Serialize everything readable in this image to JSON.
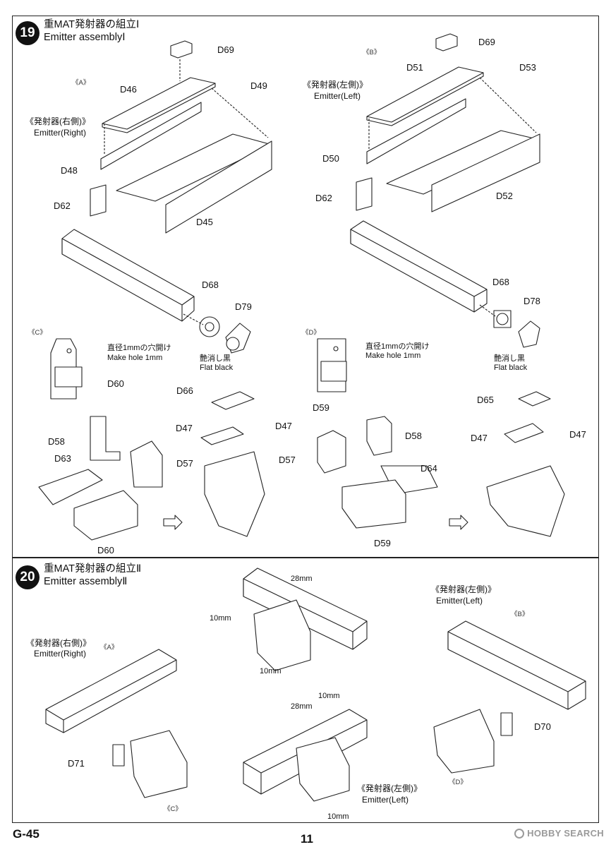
{
  "step19": {
    "number": "19",
    "title_ja": "重MAT発射器の組立Ⅰ",
    "title_en": "Emitter assemblyⅠ",
    "sub_a": "《A》",
    "sub_b": "《B》",
    "sub_c": "《C》",
    "sub_d": "《D》",
    "right_ja": "《発射器(右側)》",
    "right_en": "Emitter(Right)",
    "left_ja": "《発射器(左側)》",
    "left_en": "Emitter(Left)",
    "hole_ja": "直径1mmの穴開け",
    "hole_en": "Make hole 1mm",
    "paint_ja": "艶消し黒",
    "paint_en": "Flat black",
    "parts": {
      "d69": "D69",
      "d46": "D46",
      "d49": "D49",
      "d48": "D48",
      "d62": "D62",
      "d45": "D45",
      "d51": "D51",
      "d53": "D53",
      "d50": "D50",
      "d52": "D52",
      "d68": "D68",
      "d79": "D79",
      "d78": "D78",
      "d60": "D60",
      "d59": "D59",
      "d66": "D66",
      "d65": "D65",
      "d47": "D47",
      "d58": "D58",
      "d63": "D63",
      "d57": "D57",
      "d64": "D64"
    }
  },
  "step20": {
    "number": "20",
    "title_ja": "重MAT発射器の組立Ⅱ",
    "title_en": "Emitter assemblyⅡ",
    "right_ja": "《発射器(右側)》",
    "right_en": "Emitter(Right)",
    "left_ja": "《発射器(左側)》",
    "left_en": "Emitter(Left)",
    "sub_a": "《A》",
    "sub_b": "《B》",
    "sub_c": "《C》",
    "sub_d": "《D》",
    "dim_28": "28mm",
    "dim_10": "10mm",
    "d70": "D70",
    "d71": "D71"
  },
  "footer": {
    "code": "G-45",
    "page": "11",
    "watermark": "HOBBY SEARCH"
  }
}
